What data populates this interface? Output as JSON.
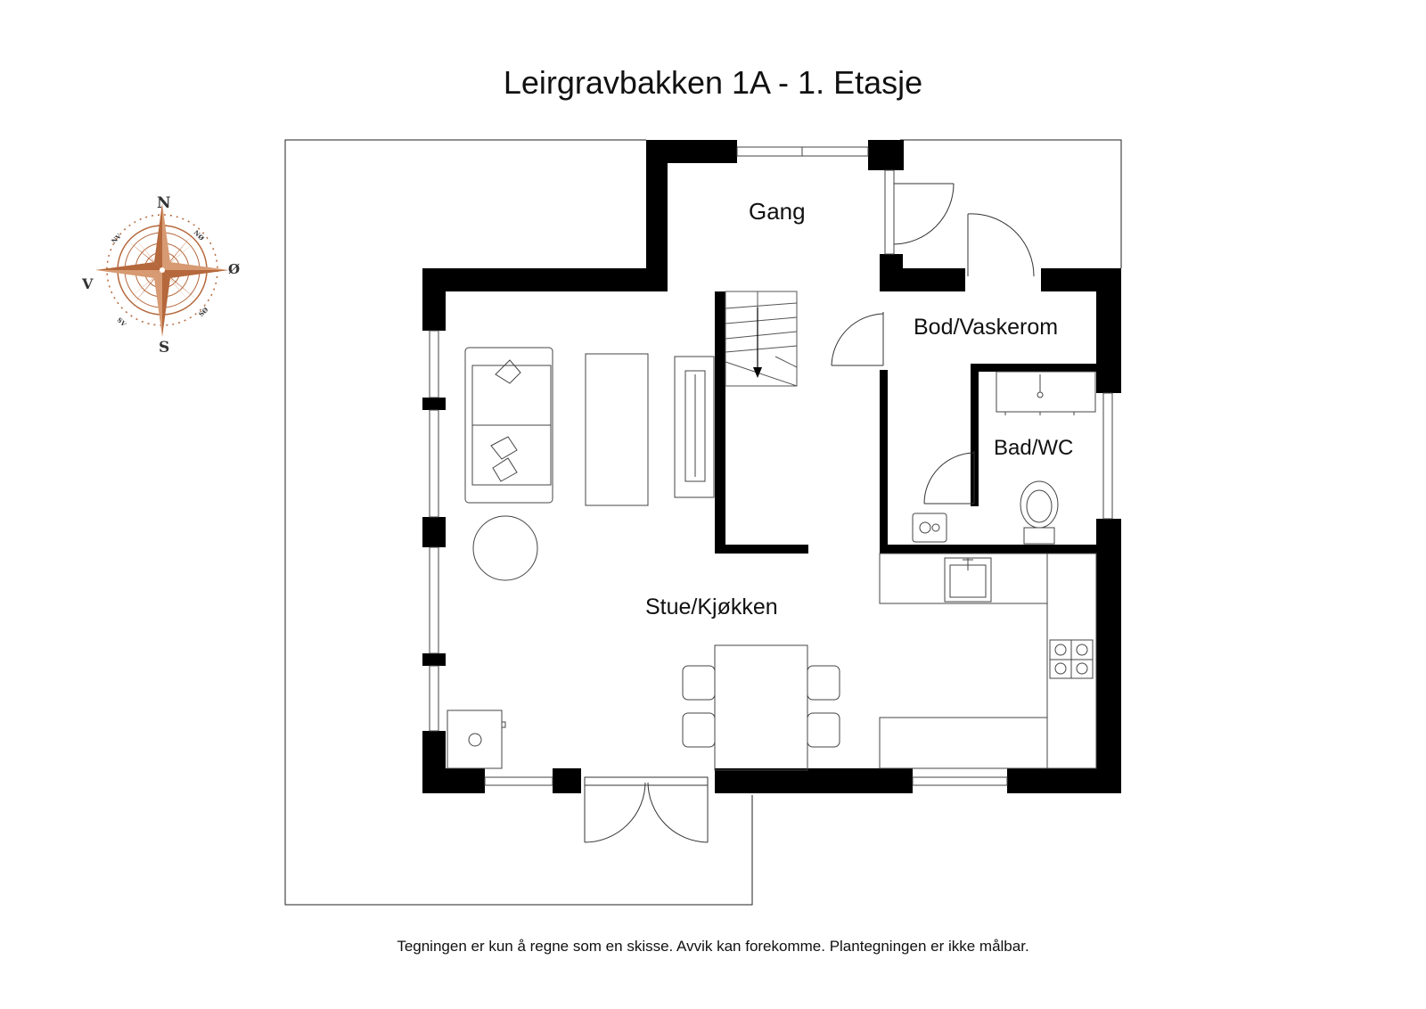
{
  "title": "Leirgravbakken 1A - 1. Etasje",
  "disclaimer": "Tegningen er kun å regne som en skisse. Avvik kan forekomme. Plantegningen er ikke målbar.",
  "rooms": {
    "gang": "Gang",
    "bod": "Bod/Vaskerom",
    "bad": "Bad/WC",
    "stue": "Stue/Kjøkken"
  },
  "compass": {
    "north": "N",
    "south": "S",
    "east": "Ø",
    "west": "V",
    "northeast": "NØ",
    "northwest": "NV",
    "southeast": "SØ",
    "southwest": "SV",
    "color": "#b5683c"
  },
  "colors": {
    "wall": "#000000",
    "line": "#333333",
    "compass": "#b5683c"
  }
}
